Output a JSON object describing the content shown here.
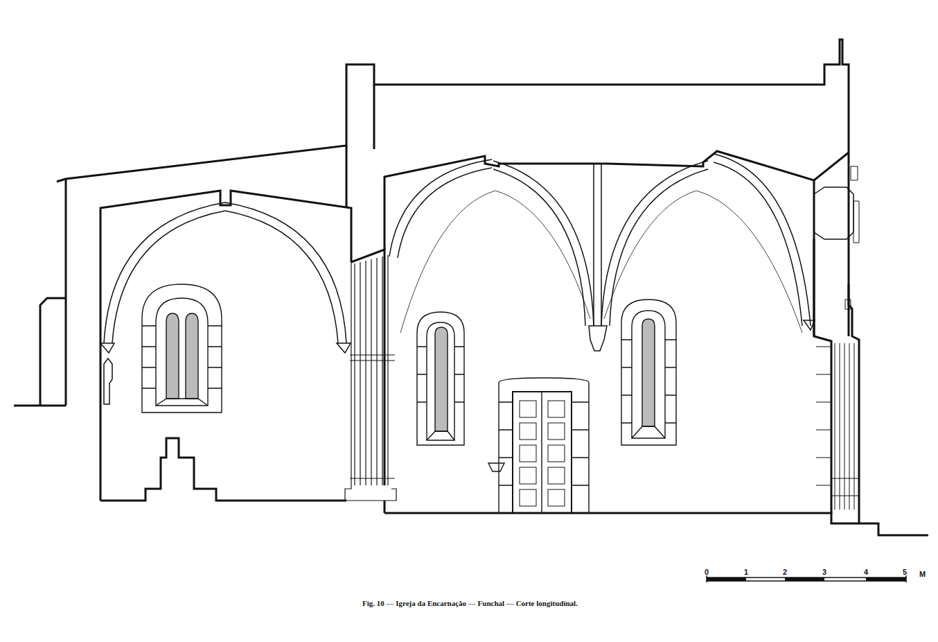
{
  "diagram": {
    "caption": "Fig. 10 — Igreja da Encarnação — Funchal — Corte longitudinal.",
    "labels": [
      "0",
      "1",
      "2",
      "3",
      "4",
      "5",
      "M"
    ]
  }
}
